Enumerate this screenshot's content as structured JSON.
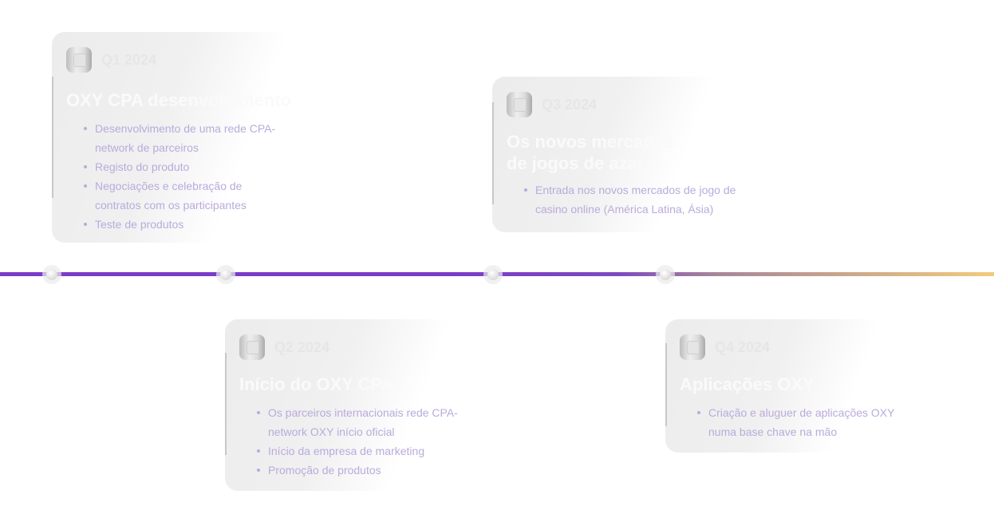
{
  "timeline": {
    "colors": {
      "start": "#7a3cc8",
      "end": "#f2cb7c"
    }
  },
  "cards": [
    {
      "quarter": "Q1 2024",
      "title": "OXY CPA desenvolvimento",
      "items": [
        "Desenvolvimento de uma rede CPA-network de parceiros",
        "Registo do produto",
        "Negociações e celebração de contratos com os participantes",
        "Teste de produtos"
      ]
    },
    {
      "quarter": "Q2 2024",
      "title": "Início do OXY CPA",
      "items": [
        "Os parceiros internacionais rede CPA-network OXY início oficial",
        "Início da empresa de marketing",
        "Promoção de produtos"
      ]
    },
    {
      "quarter": "Q3 2024",
      "title": "Os novos mercados de jogos de azar",
      "items": [
        "Entrada nos novos mercados de jogo de casino online (América Latina, Ásia)"
      ]
    },
    {
      "quarter": "Q4 2024",
      "title": "Aplicações OXY",
      "items": [
        "Criação e aluguer de aplicações OXY numa base chave na mão"
      ]
    }
  ]
}
